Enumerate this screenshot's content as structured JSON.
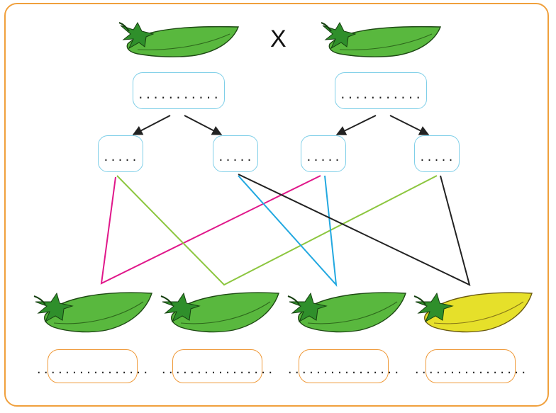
{
  "cross_symbol": "X",
  "colors": {
    "border": "#f0a03c",
    "gamete_box": "#7fcfe8",
    "offspring_box": "#ef9a3a",
    "pod_green": "#59b83e",
    "pod_yellow": "#e6e02a",
    "line_pink": "#e0178a",
    "line_green": "#8cc63f",
    "line_blue": "#22a8e0",
    "line_black": "#222222"
  },
  "parents": [
    {
      "pod_color": "green",
      "genotype": "..........."
    },
    {
      "pod_color": "green",
      "genotype": "..........."
    }
  ],
  "gametes": [
    ".....",
    ".....",
    ".....",
    "....."
  ],
  "offspring": [
    {
      "pod_color": "green",
      "genotype": "................"
    },
    {
      "pod_color": "green",
      "genotype": "................"
    },
    {
      "pod_color": "green",
      "genotype": "................"
    },
    {
      "pod_color": "yellow",
      "genotype": "................"
    }
  ]
}
